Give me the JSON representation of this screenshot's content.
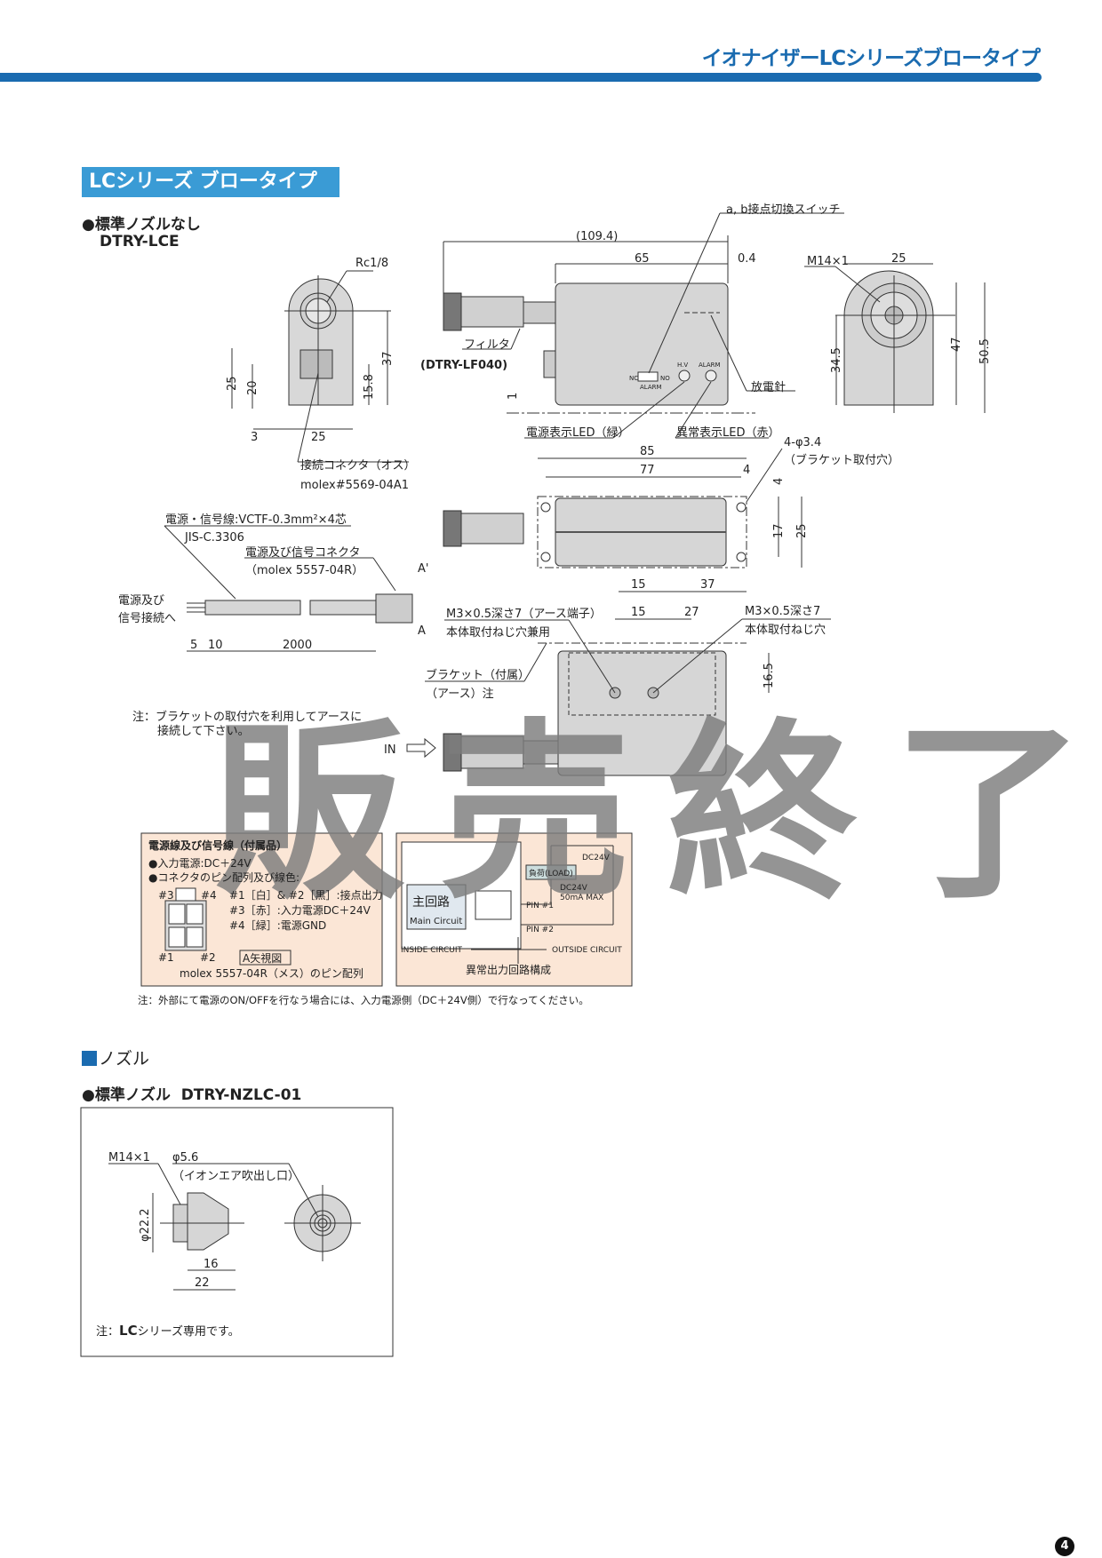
{
  "header": {
    "title": "イオナイザーLCシリーズブロータイプ"
  },
  "section": {
    "tag": "LCシリーズ ブロータイプ",
    "subheading": "●標準ノズルなし",
    "model": "DTRY-LCE"
  },
  "front_view": {
    "port": "Rc1/8",
    "dim_37": "37",
    "dim_15_8": "15.8",
    "dim_25_h": "25",
    "dim_20": "20",
    "dim_3": "3",
    "dim_25_w": "25",
    "connector_label": "接続コネクタ（オス）",
    "connector_part": "molex#5569-04A1"
  },
  "side_view": {
    "dim_total": "(109.4)",
    "dim_65": "65",
    "dim_0_4": "0.4",
    "switch_label": "a, b接点切換スイッチ",
    "filter_label": "フィルタ",
    "filter_part": "(DTRY-LF040)",
    "needle_label": "放電針",
    "power_led": "電源表示LED（緑）",
    "alarm_led": "異常表示LED（赤）",
    "dim_1": "1",
    "sw_nc": "NC",
    "sw_no": "NO",
    "sw_alarm": "ALARM",
    "led_hv": "H.V",
    "led_alarm": "ALARM"
  },
  "end_view": {
    "thread": "M14×1",
    "dim_25": "25",
    "dim_34_5": "34.5",
    "dim_47": "47",
    "dim_50_5": "50.5"
  },
  "top_view": {
    "dim_85": "85",
    "dim_77": "77",
    "dim_4a": "4",
    "holes": "4-φ3.4",
    "holes_note": "（ブラケット取付穴）",
    "dim_4b": "4",
    "dim_17": "17",
    "dim_25": "25",
    "dim_15": "15",
    "dim_37": "37"
  },
  "bottom_view": {
    "dim_15": "15",
    "dim_27": "27",
    "screw1": "M3×0.5深さ7（アース端子）",
    "screw1_note": "本体取付ねじ穴兼用",
    "screw2": "M3×0.5深さ7",
    "screw2_note": "本体取付ねじ穴",
    "dim_16_5": "16.5",
    "bracket": "ブラケット（付属）",
    "bracket_earth": "（アース）注",
    "in_label": "IN"
  },
  "cable": {
    "spec": "電源・信号線:VCTF-0.3mm²×4芯",
    "standard": "JIS-C.3306",
    "connector": "電源及び信号コネクタ",
    "connector_part": "（molex 5557-04R）",
    "to_1": "電源及び",
    "to_2": "信号接続へ",
    "dim_5": "5",
    "dim_10": "10",
    "dim_2000": "2000",
    "a_prime": "A'",
    "a": "A",
    "note_1": "注：ブラケットの取付穴を利用してアースに",
    "note_2": "接続して下さい。"
  },
  "watermark": "販売終了",
  "wiring_box": {
    "title": "電源線及び信号線（付属品）",
    "line1": "●入力電源:DC＋24V",
    "line2": "●コネクタのピン配列及び線色:",
    "pin3": "#3",
    "pin4": "#4",
    "pin1": "#1",
    "pin2": "#2",
    "desc1": "#1［白］& #2［黒］:接点出力",
    "desc2": "#3［赤］:入力電源DC＋24V",
    "desc3": "#4［緑］:電源GND",
    "view": "A矢視図",
    "caption": "molex 5557-04R（メス）のピン配列"
  },
  "circuit_box": {
    "main_jp": "主回路",
    "main_en": "Main Circuit",
    "dc24v": "DC24V",
    "load": "負荷(LOAD)",
    "spec1": "DC24V",
    "spec2": "50mA MAX",
    "pin1": "PIN #1",
    "pin2": "PIN #2",
    "inside": "INSIDE CIRCUIT",
    "outside": "OUTSIDE CIRCUIT",
    "caption": "異常出力回路構成"
  },
  "power_note": "注：外部にて電源のON/OFFを行なう場合には、入力電源側（DC＋24V側）で行なってください。",
  "nozzle": {
    "heading": "ノズル",
    "subheading": "●標準ノズル",
    "model": "DTRY-NZLC-01",
    "thread": "M14×1",
    "outlet_dia": "φ5.6",
    "outlet_label": "（イオンエア吹出し口）",
    "dim_dia": "φ22.2",
    "dim_16": "16",
    "dim_22": "22",
    "note_prefix": "注：",
    "note_bold": "LC",
    "note_rest": "シリーズ専用です。"
  },
  "page_number": "4"
}
